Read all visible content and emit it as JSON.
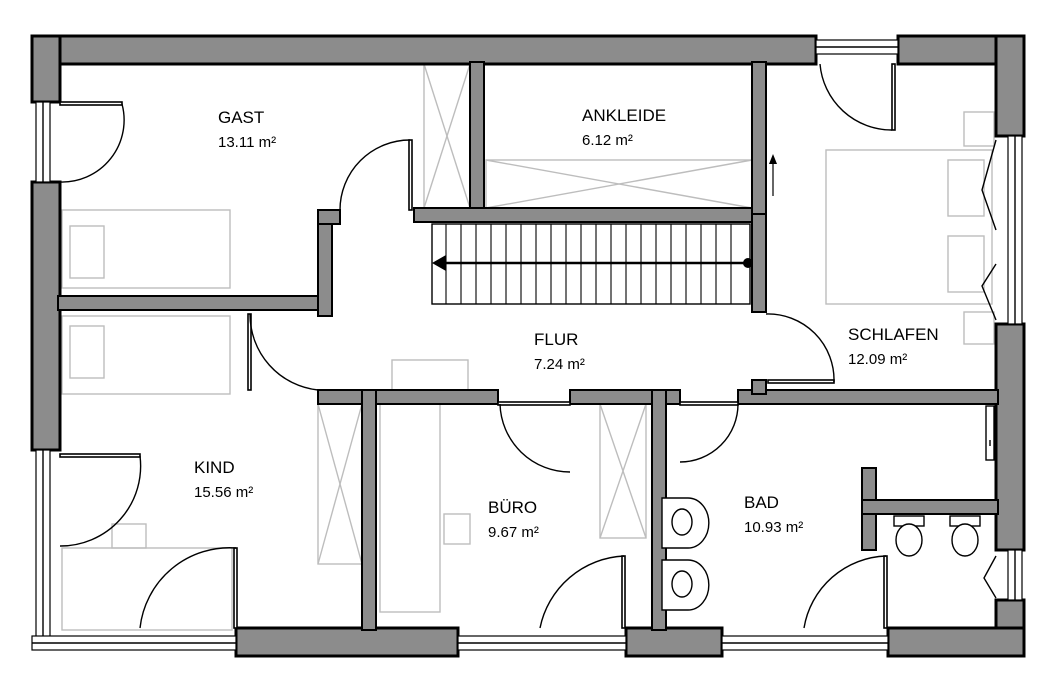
{
  "rooms": {
    "gast": {
      "name": "GAST",
      "area": "13.11 m²"
    },
    "ankleide": {
      "name": "ANKLEIDE",
      "area": "6.12 m²"
    },
    "schlafen": {
      "name": "SCHLAFEN",
      "area": "12.09 m²"
    },
    "flur": {
      "name": "FLUR",
      "area": "7.24 m²"
    },
    "kind": {
      "name": "KIND",
      "area": "15.56 m²"
    },
    "buero": {
      "name": "BÜRO",
      "area": "9.67 m²"
    },
    "bad": {
      "name": "BAD",
      "area": "10.93 m²"
    }
  },
  "colors": {
    "wall": "#8c8c8c",
    "furniture": "#bdbdbd",
    "background": "#ffffff"
  }
}
